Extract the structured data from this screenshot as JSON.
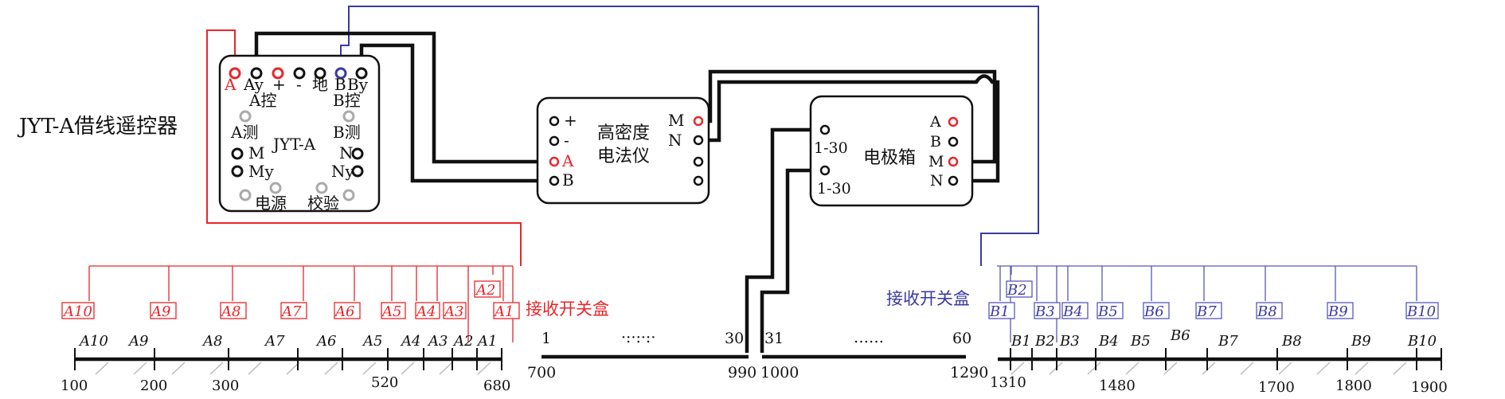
{
  "colors": {
    "red": "#e8262a",
    "blue": "#3a3aa0",
    "black": "#111111"
  },
  "controller": {
    "title": "JYT-A借线遥控器",
    "model": "JYT-A",
    "terms_top": [
      "A",
      "Ay",
      "+",
      "-",
      "地",
      "B",
      "By"
    ],
    "a_ctrl": "A控",
    "b_ctrl": "B控",
    "a_meas": "A测",
    "b_meas": "B测",
    "m": "M",
    "my": "My",
    "n": "N",
    "ny": "Ny",
    "power": "电源",
    "check": "校验"
  },
  "instrument": {
    "name_line1": "高密度",
    "name_line2": "电法仪",
    "left": [
      "+",
      "-",
      "A",
      "B"
    ],
    "right": [
      "M",
      "N"
    ]
  },
  "electrode_box": {
    "name": "电极箱",
    "left": [
      "1-30",
      "1-30"
    ],
    "right": [
      "A",
      "B",
      "M",
      "N"
    ]
  },
  "red_switch": {
    "label": "接收开关盒",
    "boxes": [
      "A10",
      "A9",
      "A8",
      "A7",
      "A6",
      "A5",
      "A4",
      "A3",
      "A2",
      "A1"
    ],
    "electrodes": [
      "A10",
      "A9",
      "A8",
      "A7",
      "A6",
      "A5",
      "A4",
      "A3",
      "A2",
      "A1"
    ],
    "ticks": [
      "100",
      "200",
      "300",
      "520",
      "680"
    ]
  },
  "middle_line": {
    "left_start": "1",
    "dots1": "·:·:·:·",
    "left_end": "30",
    "right_start": "31",
    "dots2": "……",
    "right_end": "60",
    "ticks": [
      "700",
      "990",
      "1000",
      "1290"
    ]
  },
  "blue_switch": {
    "label": "接收开关盒",
    "boxes": [
      "B1",
      "B2",
      "B3",
      "B4",
      "B5",
      "B6",
      "B7",
      "B8",
      "B9",
      "B10"
    ],
    "electrodes": [
      "B1",
      "B2",
      "B3",
      "B4",
      "B5",
      "B6",
      "B7",
      "B8",
      "B9",
      "B10"
    ],
    "ticks": [
      "1310",
      "1480",
      "1700",
      "1800",
      "1900"
    ]
  }
}
